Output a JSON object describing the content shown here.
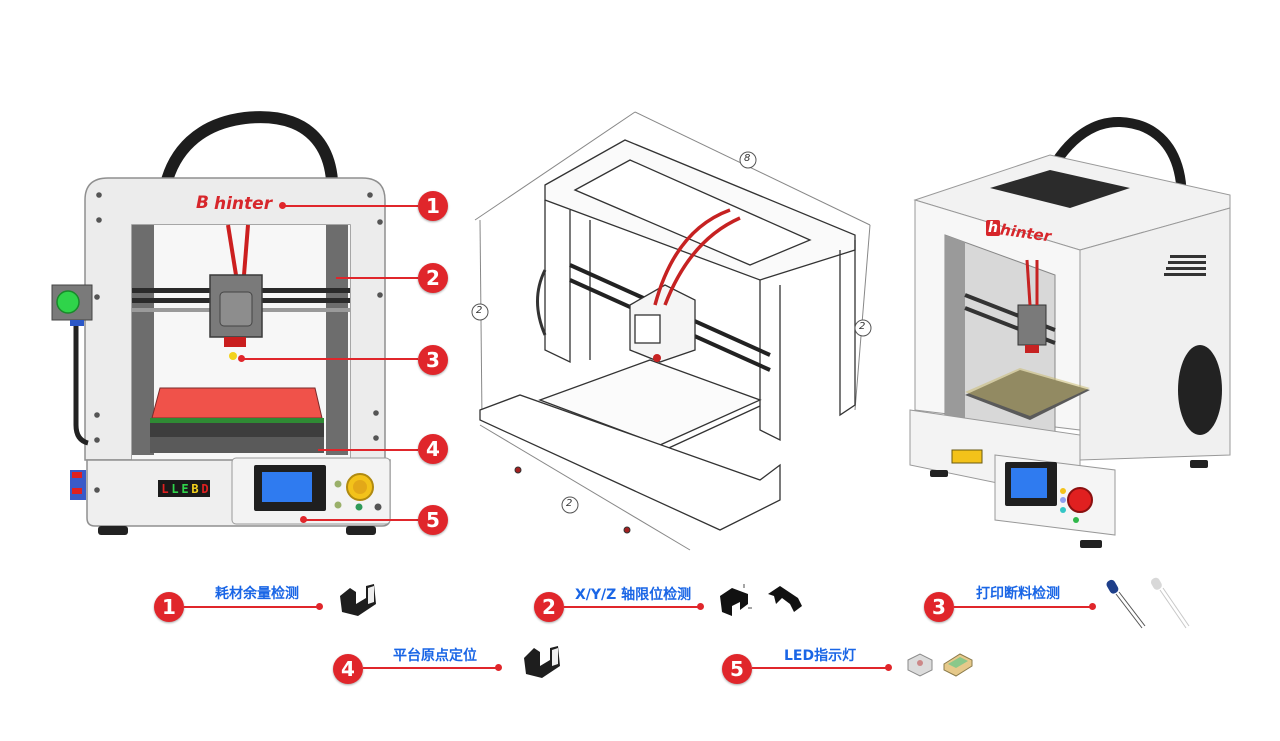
{
  "printer_front": {
    "brand_text": "hinter",
    "brand_mark": "B",
    "led_display": [
      "L",
      "L",
      "E",
      "B",
      "D"
    ],
    "callouts": [
      {
        "number": "1",
        "target": "filament-sensor"
      },
      {
        "number": "2",
        "target": "axis-limit-switch"
      },
      {
        "number": "3",
        "target": "nozzle-runout-sensor"
      },
      {
        "number": "4",
        "target": "bed-home-switch"
      },
      {
        "number": "5",
        "target": "led-indicator"
      }
    ]
  },
  "printer_sketch": {
    "dimension_labels": [
      "8",
      "2",
      "2",
      "2"
    ]
  },
  "printer_enclosed": {
    "brand_text": "hinter",
    "brand_mark": "h"
  },
  "legend": [
    {
      "number": "1",
      "label": "耗材余量检测",
      "component": "slot-optocoupler"
    },
    {
      "number": "2",
      "label": "X/Y/Z 轴限位检测",
      "component": "slot-optocoupler-pair"
    },
    {
      "number": "3",
      "label": "打印断料检测",
      "component": "ir-led-pair"
    },
    {
      "number": "4",
      "label": "平台原点定位",
      "component": "slot-optocoupler"
    },
    {
      "number": "5",
      "label": "LED指示灯",
      "component": "smd-led-pair"
    }
  ],
  "colors": {
    "accent_red": "#e0262b",
    "label_blue": "#1a66e6",
    "bed_red": "#f0524a",
    "lcd_blue": "#2f7bf0"
  }
}
